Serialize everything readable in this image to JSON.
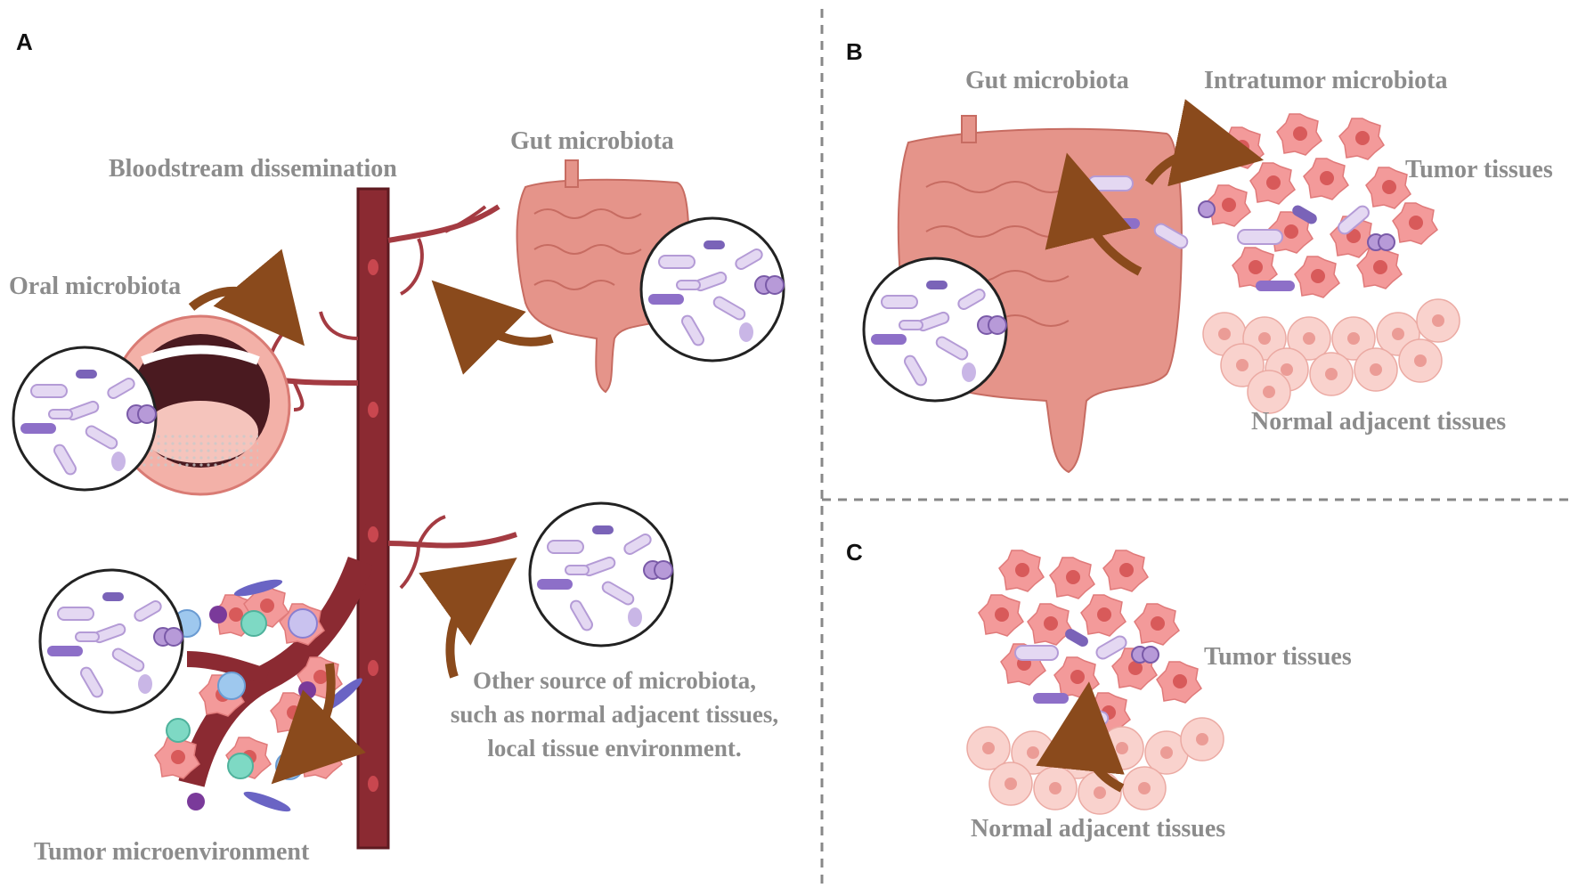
{
  "panels": {
    "a": {
      "letter": "A",
      "bloodstream": "Bloodstream dissemination",
      "gut": "Gut microbiota",
      "oral": "Oral microbiota",
      "other_lines": [
        "Other source of microbiota,",
        "such as normal adjacent tissues,",
        "local tissue environment."
      ],
      "tumor_env": "Tumor microenvironment"
    },
    "b": {
      "letter": "B",
      "gut": "Gut microbiota",
      "intratumor": "Intratumor microbiota",
      "tumor": "Tumor tissues",
      "normal": "Normal adjacent tissues"
    },
    "c": {
      "letter": "C",
      "tumor": "Tumor tissues",
      "normal": "Normal adjacent tissues"
    }
  },
  "colors": {
    "label_gray": "#8c8c8c",
    "vessel": "#8b2a32",
    "arrow": "#8a4a1c",
    "gut": "#e5948a",
    "tumor_cell": "#f08a8a",
    "normal_cell": "#f7c9c4",
    "bacteria": "#d8c8ec",
    "divider": "#888888"
  }
}
